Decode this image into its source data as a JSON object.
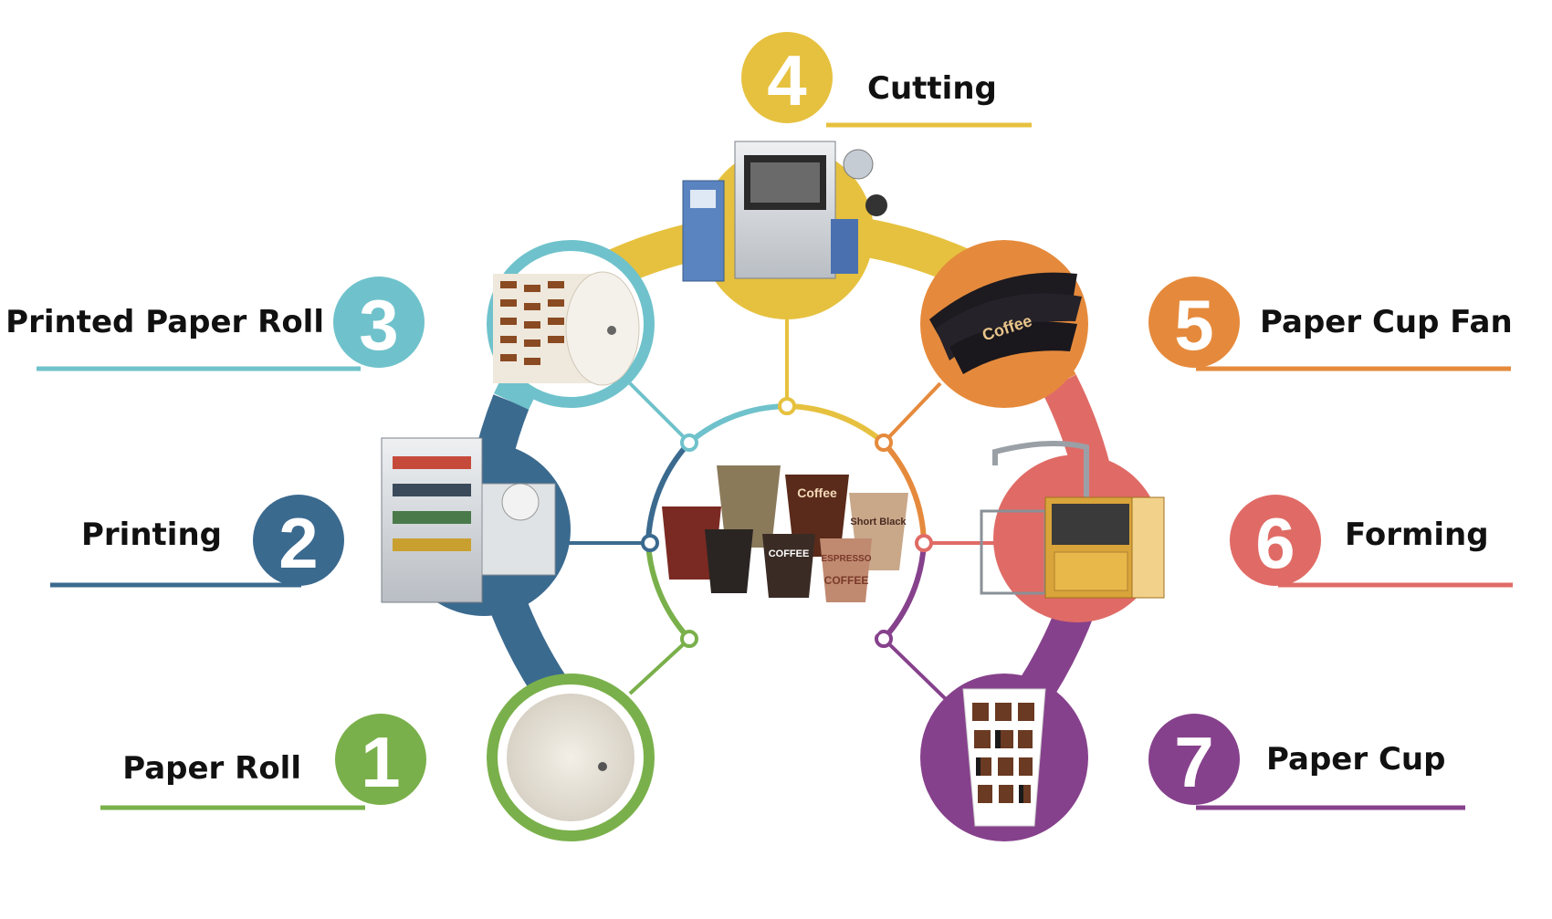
{
  "steps": [
    {
      "number": "1",
      "label": "Paper Roll",
      "color": "#7ab04b",
      "icon": "paper-roll-icon"
    },
    {
      "number": "2",
      "label": "Printing",
      "color": "#3b6a8f",
      "icon": "printing-machine-icon"
    },
    {
      "number": "3",
      "label": "Printed Paper Roll",
      "color": "#6fc2cb",
      "icon": "printed-paper-roll-icon"
    },
    {
      "number": "4",
      "label": "Cutting",
      "color": "#e6c13f",
      "icon": "die-cutting-machine-icon"
    },
    {
      "number": "5",
      "label": "Paper Cup Fan",
      "color": "#e58a3c",
      "icon": "paper-cup-fan-icon"
    },
    {
      "number": "6",
      "label": "Forming",
      "color": "#e06b66",
      "icon": "cup-forming-machine-icon"
    },
    {
      "number": "7",
      "label": "Paper Cup",
      "color": "#86418c",
      "icon": "paper-cup-icon"
    }
  ],
  "center": {
    "icon": "paper-cups-group-icon",
    "cup_texts": [
      "COFFEE",
      "Coffee",
      "Short Black",
      "ESPRESSO",
      "COFFEE"
    ]
  },
  "fan_text": "Coffee"
}
